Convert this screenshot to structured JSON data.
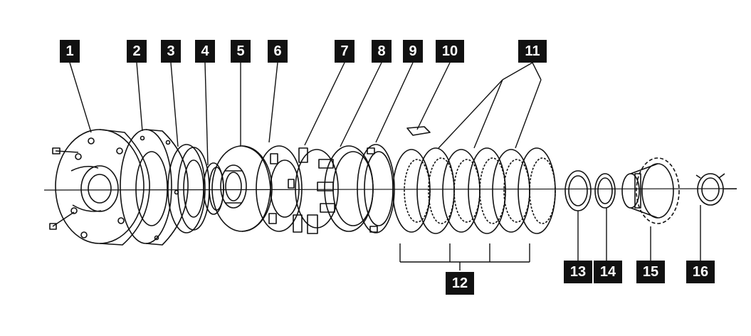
{
  "diagram": {
    "colors": {
      "ink": "#111111",
      "label_bg": "#111111",
      "label_text": "#ffffff",
      "paper": "#ffffff"
    },
    "callouts": [
      {
        "id": "c1",
        "text": "1"
      },
      {
        "id": "c2",
        "text": "2"
      },
      {
        "id": "c3",
        "text": "3"
      },
      {
        "id": "c4",
        "text": "4"
      },
      {
        "id": "c5",
        "text": "5"
      },
      {
        "id": "c6",
        "text": "6"
      },
      {
        "id": "c7",
        "text": "7"
      },
      {
        "id": "c8",
        "text": "8"
      },
      {
        "id": "c9",
        "text": "9"
      },
      {
        "id": "c10",
        "text": "10"
      },
      {
        "id": "c11",
        "text": "11"
      },
      {
        "id": "c12",
        "text": "12"
      },
      {
        "id": "c13",
        "text": "13"
      },
      {
        "id": "c14",
        "text": "14"
      },
      {
        "id": "c15",
        "text": "15"
      },
      {
        "id": "c16",
        "text": "16"
      }
    ]
  }
}
